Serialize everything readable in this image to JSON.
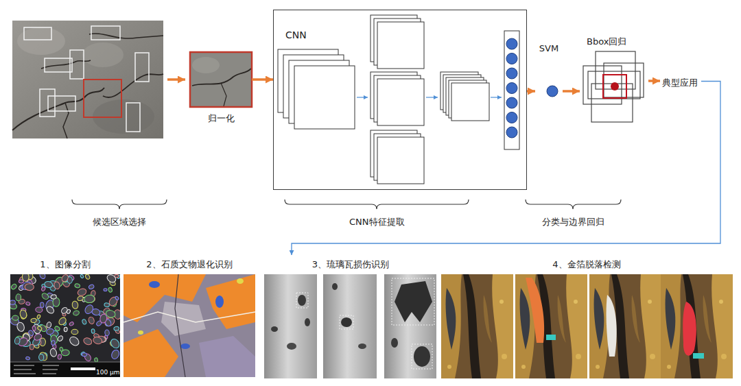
{
  "diagram": {
    "nodes": [
      {
        "text": [
          "归一化"
        ]
      },
      {
        "text": [
          "CNN"
        ]
      },
      {
        "text": [
          "SVM"
        ]
      },
      {
        "text": [
          "Bbox回归"
        ]
      },
      {
        "text": [
          "典型应用"
        ]
      },
      {
        "text": [
          "1、图像分割"
        ]
      },
      {
        "text": [
          "2、石质文物退化识别"
        ]
      },
      {
        "text": [
          "3、琉璃瓦损伤识别"
        ]
      },
      {
        "text": [
          "4、金箔脱落检测"
        ]
      }
    ],
    "edges": [
      {
        "from": 0,
        "to": 1,
        "arrow": "to"
      },
      {
        "from": 1,
        "to": 2,
        "arrow": "to"
      },
      {
        "from": 2,
        "to": 3,
        "arrow": "to"
      },
      {
        "from": 3,
        "to": 4,
        "arrow": "to"
      },
      {
        "from": 4,
        "to": 7,
        "arrow": "to"
      }
    ],
    "labels": [
      "候选区域选择",
      "CNN特征提取",
      "分类与边界回归",
      "100 μm"
    ]
  }
}
